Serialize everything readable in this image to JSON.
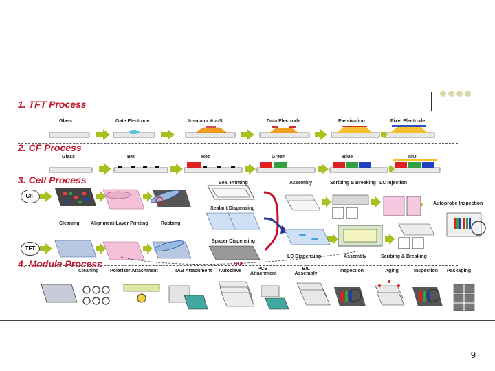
{
  "sections": {
    "tft": {
      "title": "1. TFT Process",
      "steps": [
        "Glass",
        "Gate Electrode",
        "Insulator & a-Si",
        "Data Electrode",
        "Passivation",
        "Pixel Electrode"
      ]
    },
    "cf": {
      "title": "2. CF Process",
      "steps": [
        "Glass",
        "BM",
        "Red",
        "Green",
        "Blue",
        "ITO"
      ]
    },
    "cell": {
      "title": "3. Cell Process",
      "cf_tag": "C/F",
      "tft_tag": "TFT",
      "steps": [
        "Cleaning",
        "Alignment-Layer Printing",
        "Rubbing",
        "Seal Printing",
        "Sealant Dispensing",
        "Spacer Dispensing",
        "Assembly",
        "Scribing & Breaking",
        "LC Injection",
        "LC Dispensing",
        "Assembly",
        "Scribing & Breaking",
        "Autoprobe Inspection"
      ],
      "odf": "ODF"
    },
    "module": {
      "title": "4. Module Process",
      "steps": [
        "Cleaning",
        "Polarizer Attachment",
        "TAB Attachment",
        "Autoclave",
        "PCB Attachment",
        "B/L Assembly",
        "Inspection",
        "Aging",
        "Inspection",
        "Packaging"
      ]
    }
  },
  "colors": {
    "accent": "#c0182c",
    "arrow": "#a8c020",
    "red": "#e02020",
    "green": "#30a040",
    "blue": "#2040c0"
  },
  "page_number": "9"
}
